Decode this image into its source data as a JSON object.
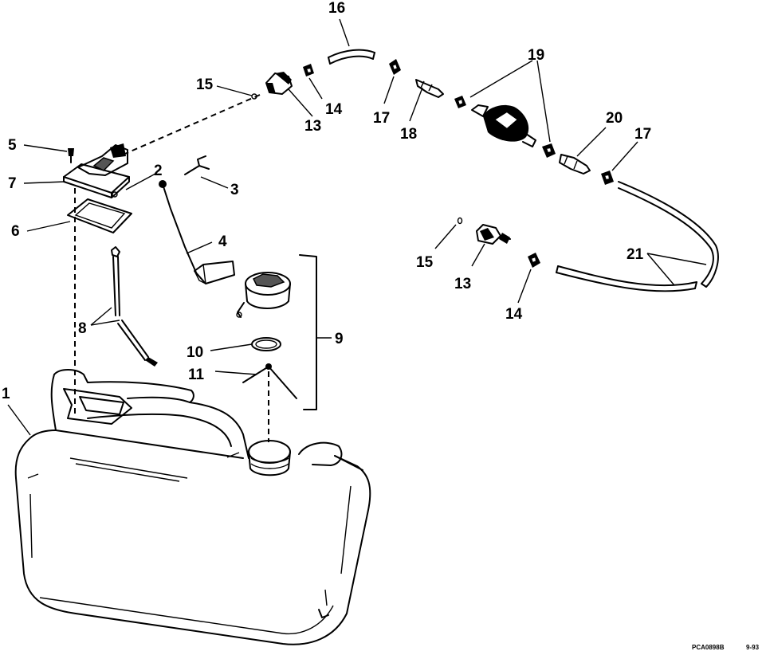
{
  "callouts": {
    "c1": "1",
    "c2": "2",
    "c3": "3",
    "c4": "4",
    "c5": "5",
    "c6": "6",
    "c7": "7",
    "c8": "8",
    "c9": "9",
    "c10": "10",
    "c11": "11",
    "c13a": "13",
    "c13b": "13",
    "c14a": "14",
    "c14b": "14",
    "c15a": "15",
    "c15b": "15",
    "c16": "16",
    "c17a": "17",
    "c17b": "17",
    "c18": "18",
    "c19": "19",
    "c20": "20",
    "c21": "21"
  },
  "footer": {
    "code": "PCA0898B",
    "date": "9-93"
  },
  "colors": {
    "ink": "#000000",
    "paper": "#ffffff"
  }
}
